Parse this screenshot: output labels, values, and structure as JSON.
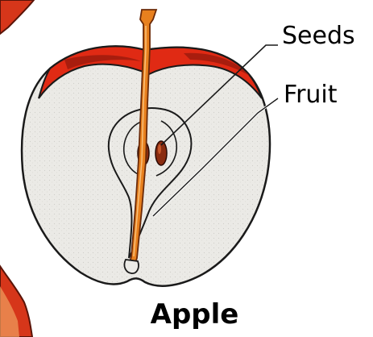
{
  "labels": {
    "seeds": "Seeds",
    "fruit": "Fruit"
  },
  "title": "Apple",
  "colors": {
    "skin": "#e02a14",
    "skin_shadow": "#9a1a0c",
    "stem": "#e8801e",
    "stem_outline": "#6b2a08",
    "flesh": "#ebeae6",
    "outline": "#1a1a1a",
    "seed": "#8a2c10"
  }
}
